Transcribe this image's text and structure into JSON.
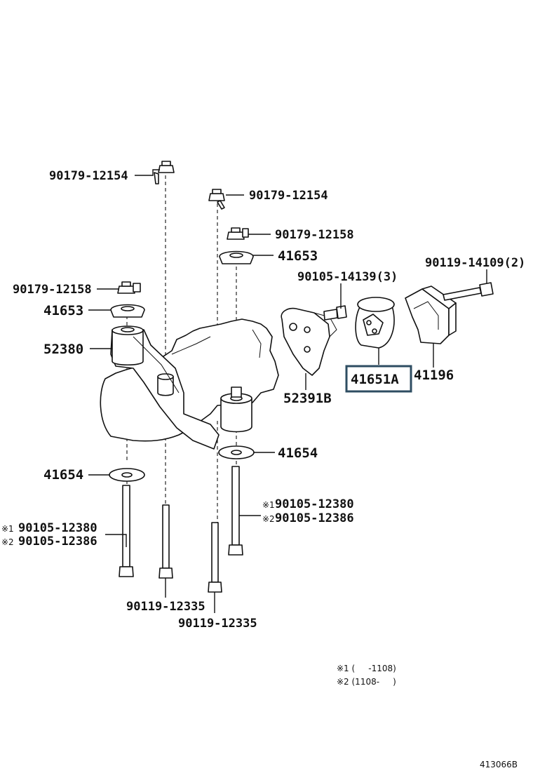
{
  "labels": {
    "clip_top_left": "90179-12154",
    "clip_top_center": "90179-12154",
    "clip_center": "90179-12158",
    "clip_left": "90179-12158",
    "cushion_upper_center": "41653",
    "cushion_upper_left": "41653",
    "bracket_left": "52380",
    "bracket_front": "52391B",
    "insulator": "41651A",
    "bracket_right": "41196",
    "bolt_small": "90105-14139(3)",
    "bolt_long_right": "90119-14109(2)",
    "cushion_lower_center": "41654",
    "cushion_lower_left": "41654",
    "bolt_left_v1": "90105-12380",
    "bolt_left_v2": "90105-12386",
    "bolt_center_v1": "90105-12380",
    "bolt_center_v2": "90105-12386",
    "bolt_lower_1": "90119-12335",
    "bolt_lower_2": "90119-12335",
    "mark_1": "※1",
    "mark_2": "※2"
  },
  "notes": {
    "note_1": "※1 (     -1108)",
    "note_2": "※2 (1108-     )"
  },
  "highlight_color": "#2e4d62",
  "diagram_id": "413066B"
}
